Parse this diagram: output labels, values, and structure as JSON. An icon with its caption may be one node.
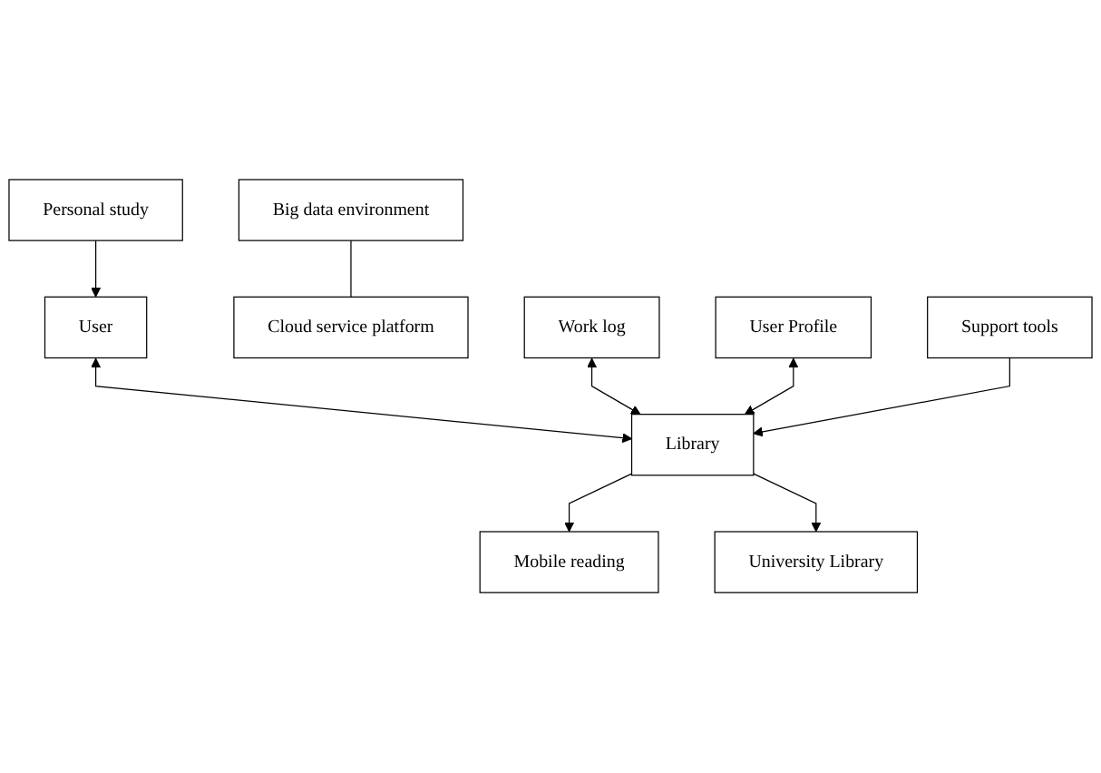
{
  "diagram": {
    "nodes": [
      {
        "text": [
          "Mobile reading"
        ]
      },
      {
        "text": [
          "Personal study"
        ]
      },
      {
        "text": [
          "University Library"
        ]
      },
      {
        "text": [
          "User"
        ]
      },
      {
        "text": [
          "Big data environment"
        ]
      },
      {
        "text": [
          "Cloud service platform"
        ]
      },
      {
        "text": [
          "Library"
        ]
      },
      {
        "text": [
          "Work log"
        ]
      },
      {
        "text": [
          "User Profile"
        ]
      },
      {
        "text": [
          "Support tools"
        ]
      }
    ],
    "edges": [
      {
        "from": 1,
        "to": 3,
        "arrow": "to"
      },
      {
        "from": 3,
        "to": 6,
        "arrow": "both"
      },
      {
        "from": 6,
        "to": 0,
        "arrow": "to"
      },
      {
        "from": 6,
        "to": 2,
        "arrow": "to"
      },
      {
        "from": 4,
        "to": 5,
        "arrow": "none"
      },
      {
        "from": 7,
        "to": 6,
        "arrow": "both"
      },
      {
        "from": 8,
        "to": 6,
        "arrow": "both"
      },
      {
        "from": 9,
        "to": 6,
        "arrow": "to"
      }
    ]
  }
}
